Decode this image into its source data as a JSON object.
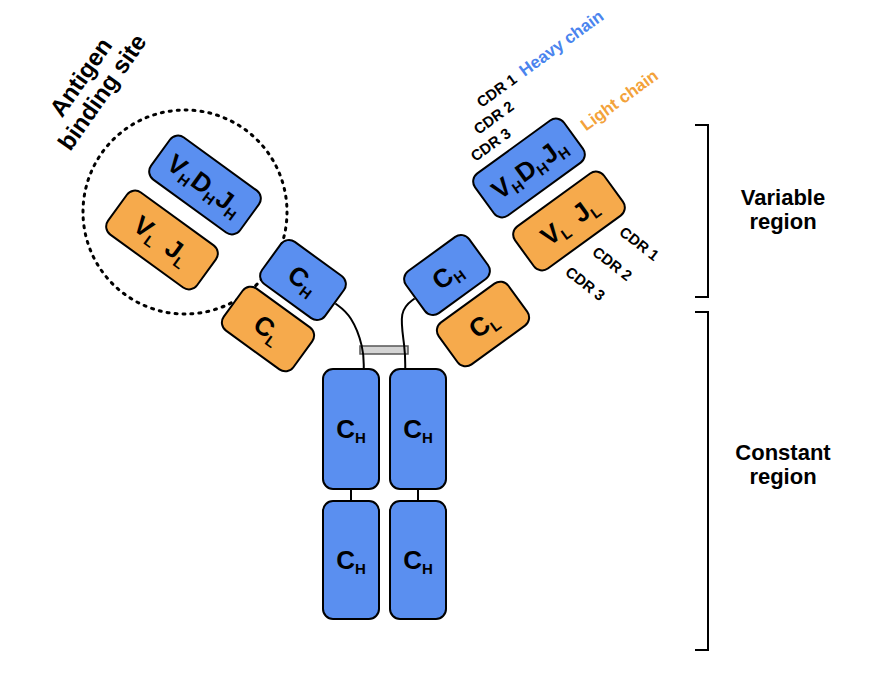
{
  "diagram": {
    "nodes": [
      {
        "text": [
          "VH",
          "DH",
          "JH"
        ]
      },
      {
        "text": [
          "VL",
          "JL"
        ]
      },
      {
        "text": [
          "CH"
        ]
      },
      {
        "text": [
          "CL"
        ]
      },
      {
        "text": [
          "VH",
          "DH",
          "JH"
        ]
      },
      {
        "text": [
          "VL",
          "JL"
        ]
      },
      {
        "text": [
          "CH"
        ]
      },
      {
        "text": [
          "CL"
        ]
      },
      {
        "text": [
          "CH"
        ]
      },
      {
        "text": [
          "CH"
        ]
      },
      {
        "text": [
          "CH"
        ]
      },
      {
        "text": [
          "CH"
        ]
      }
    ],
    "edges": [
      {
        "from": 2,
        "to": 8,
        "arrow": "none"
      },
      {
        "from": 6,
        "to": 9,
        "arrow": "none"
      },
      {
        "from": 8,
        "to": 10,
        "arrow": "none"
      },
      {
        "from": 9,
        "to": 11,
        "arrow": "none"
      }
    ],
    "labels": [
      "Antigen binding site",
      "CDR 1",
      "CDR 2",
      "CDR 3",
      "Heavy chain",
      "Light chain",
      "CDR 1",
      "CDR 2",
      "CDR 3",
      "Variable region",
      "Constant region"
    ]
  }
}
